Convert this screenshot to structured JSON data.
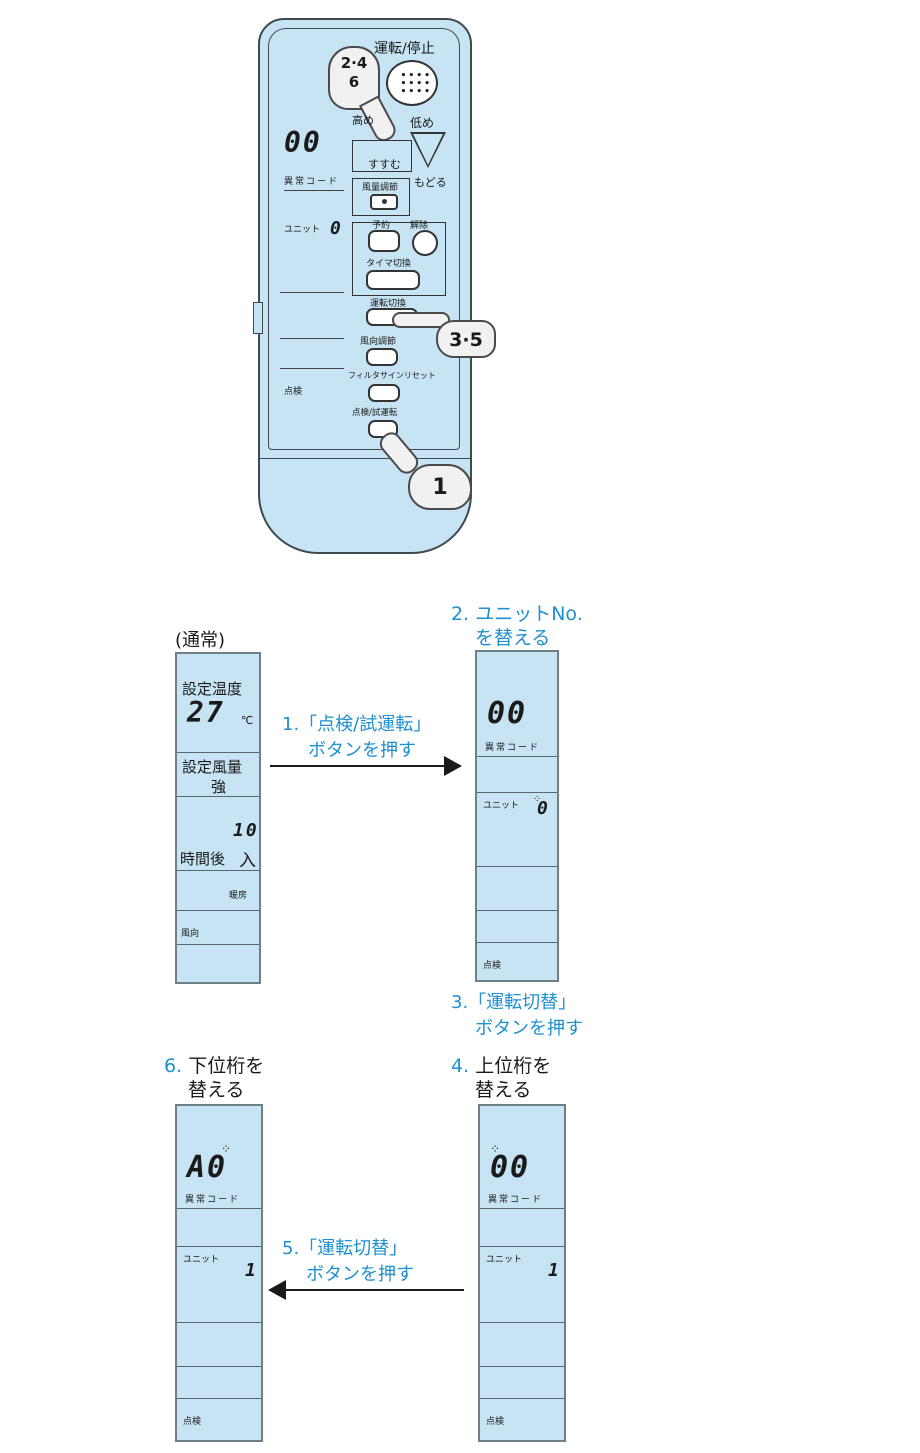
{
  "remote": {
    "top_label": "運転/停止",
    "finger_top": "2·4\n6",
    "finger_mid": "3·5",
    "finger_bottom": "1",
    "up_label": "高め",
    "down_label": "低め",
    "proceed_label": "すすむ",
    "back_label": "もどる",
    "lcd_code": "00",
    "lcd_code_label": "異常コード",
    "lcd_unit_label": "ユニット",
    "lcd_unit_value": "0",
    "lcd_check_label": "点検",
    "fan_label": "風量調節",
    "reserve_label": "予約",
    "cancel_label": "解除",
    "timer_label": "タイマ切換",
    "mode_switch_label": "運転切換",
    "louver_label": "風向調節",
    "filter_label": "フィルタサインリセット",
    "test_label": "点検/試運転"
  },
  "panels": {
    "normal": {
      "caption": "(通常)",
      "set_temp_label": "設定温度",
      "temp_value": "27",
      "temp_unit": "℃",
      "fan_setting_label": "設定風量",
      "fan_value": "強",
      "timer_value": "10",
      "timer_label": "時間後",
      "timer_on": "入",
      "mode_label": "暖房",
      "louver_label": "風向"
    },
    "step2": {
      "num": "2.",
      "caption_line1": "ユニットNo.",
      "caption_line2": "を替える",
      "code": "00",
      "code_label": "異常コード",
      "unit_label": "ユニット",
      "unit_value": "0",
      "check_label": "点検"
    },
    "step6": {
      "num": "6.",
      "caption_line1": "下位桁を",
      "caption_line2": "替える",
      "code": "A0",
      "code_label": "異常コード",
      "unit_label": "ユニット",
      "unit_value": "1",
      "check_label": "点検"
    },
    "step4": {
      "num": "4.",
      "caption_line1": "上位桁を",
      "caption_line2": "替える",
      "code": "00",
      "code_label": "異常コード",
      "unit_label": "ユニット",
      "unit_value": "1",
      "check_label": "点検"
    }
  },
  "arrows": {
    "step1_line1": "1.「点検/試運転」",
    "step1_line2": "ボタンを押す",
    "step3_line1": "3.「運転切替」",
    "step3_line2": "ボタンを押す",
    "step5_line1": "5.「運転切替」",
    "step5_line2": "ボタンを押す"
  },
  "colors": {
    "remote_body": "#c6e4f3",
    "step_text": "#1f8fcf",
    "outline": "#333333"
  }
}
